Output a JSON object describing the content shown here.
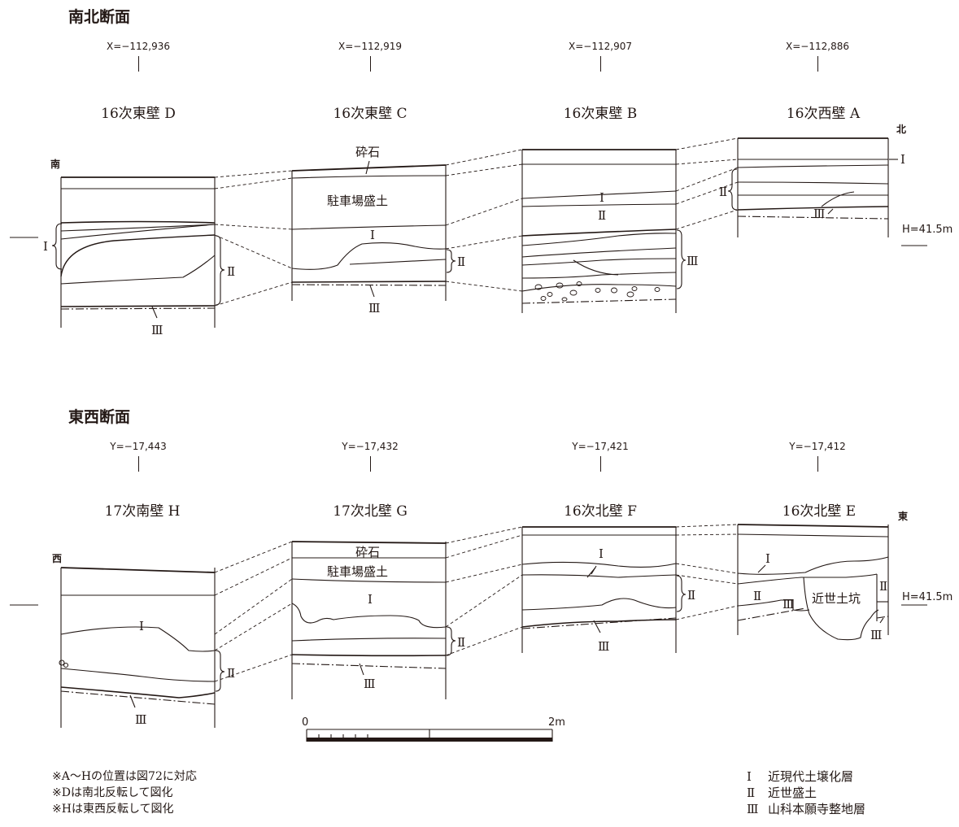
{
  "headings": {
    "ns": "南北断面",
    "ew": "東西断面"
  },
  "ns_sections": [
    {
      "coord": "X=−112,936",
      "title": "16次東壁 D"
    },
    {
      "coord": "X=−112,919",
      "title": "16次東壁 C"
    },
    {
      "coord": "X=−112,907",
      "title": "16次東壁 B"
    },
    {
      "coord": "X=−112,886",
      "title": "16次西壁 A"
    }
  ],
  "ew_sections": [
    {
      "coord": "Y=−17,443",
      "title": "17次南壁 H"
    },
    {
      "coord": "Y=−17,432",
      "title": "17次北壁 G"
    },
    {
      "coord": "Y=−17,421",
      "title": "16次北壁 F"
    },
    {
      "coord": "Y=−17,412",
      "title": "16次北壁 E"
    }
  ],
  "directions": {
    "south": "南",
    "north": "北",
    "west": "西",
    "east": "東"
  },
  "elevation": "H=41.5m",
  "layer_labels": {
    "I": "Ⅰ",
    "II": "Ⅱ",
    "III": "Ⅲ",
    "gravel": "砕石",
    "parking_fill": "駐車場盛土",
    "pit": "近世土坑"
  },
  "scale_bar": {
    "start": "0",
    "end": "2m"
  },
  "notes": [
    "※A〜Hの位置は図72に対応",
    "※Dは南北反転して図化",
    "※Hは東西反転して図化"
  ],
  "legend": [
    {
      "key": "Ⅰ",
      "label": "近現代土壌化層"
    },
    {
      "key": "Ⅱ",
      "label": "近世盛土"
    },
    {
      "key": "Ⅲ",
      "label": "山科本願寺整地層"
    }
  ]
}
